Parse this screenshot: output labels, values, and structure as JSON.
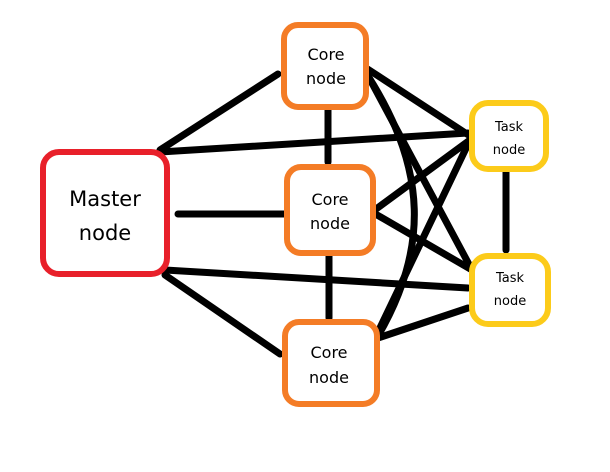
{
  "diagram": {
    "colors": {
      "master": "#e8202a",
      "core": "#f47c26",
      "task": "#fccb1a",
      "edge": "#000000",
      "node_fill": "#ffffff"
    },
    "nodes": {
      "master": {
        "line1": "Master",
        "line2": "node"
      },
      "core_top": {
        "line1": "Core",
        "line2": "node"
      },
      "core_middle": {
        "line1": "Core",
        "line2": "node"
      },
      "core_bottom": {
        "line1": "Core",
        "line2": "node"
      },
      "task_top": {
        "line1": "Task",
        "line2": "node"
      },
      "task_bottom": {
        "line1": "Task",
        "line2": "node"
      }
    }
  }
}
